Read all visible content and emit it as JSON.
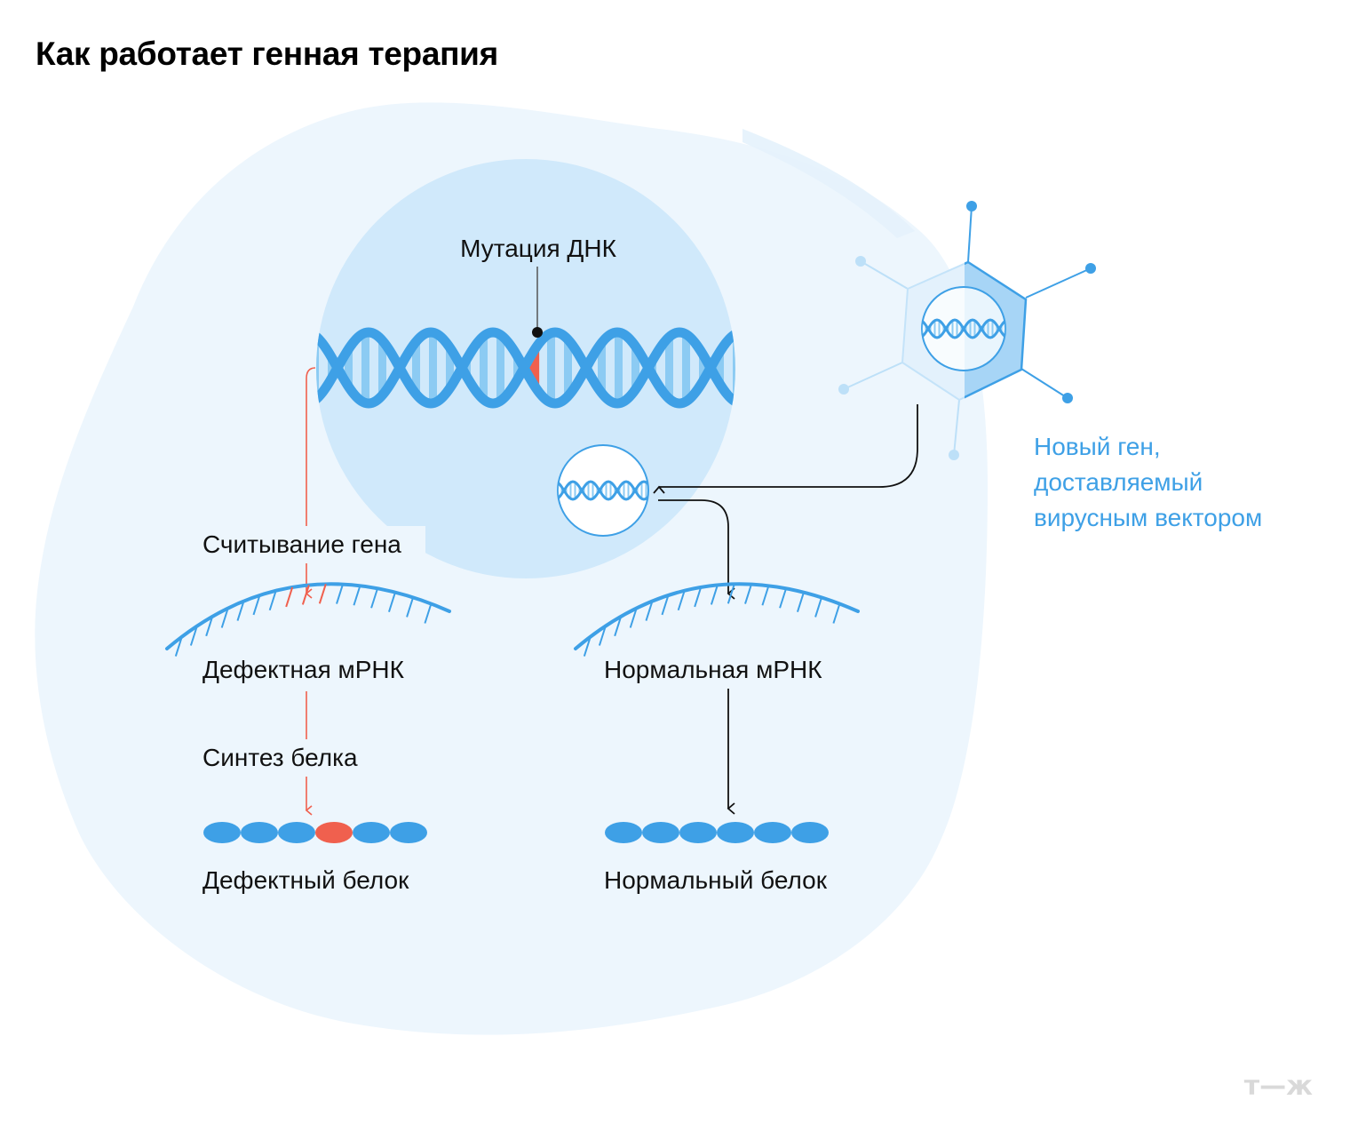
{
  "title": "Как работает генная терапия",
  "labels": {
    "mutation": "Мутация ДНК",
    "new_gene_lines": [
      "Новый ген,",
      "доставляемый",
      "вирусным вектором"
    ],
    "reading": "Считывание гена",
    "defective_mrna": "Дефектная мРНК",
    "synthesis": "Синтез белка",
    "defective_protein": "Дефектный белок",
    "normal_mrna": "Нормальная мРНК",
    "normal_protein": "Нормальный белок"
  },
  "logo": "т—ж",
  "colors": {
    "cell": "#edf6fd",
    "nucleus": "#d0e9fb",
    "dna": "#3ea0e6",
    "dna_rungs": "#8ccbf3",
    "mutation": "#f0604e",
    "protein": "#3ea0e6",
    "text": "#111111",
    "text_accent": "#3ea0e6"
  }
}
